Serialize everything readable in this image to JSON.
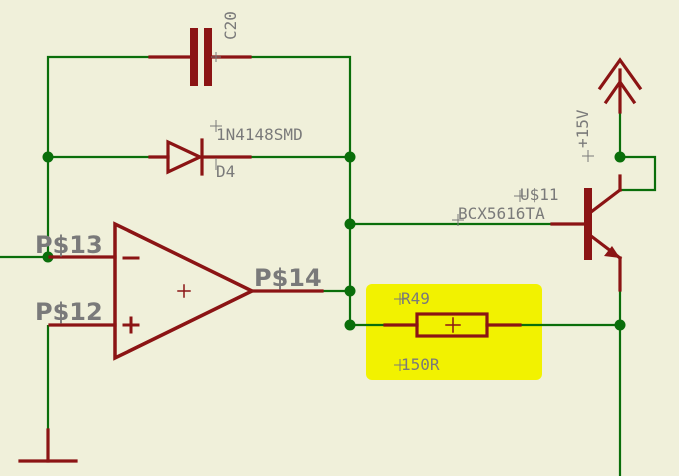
{
  "schematic": {
    "labels": {
      "c20": "C20",
      "d4_value": "1N4148SMD",
      "d4_name": "D4",
      "pin13": "P$13",
      "pin12": "P$12",
      "pin14": "P$14",
      "u11_name": "U$11",
      "u11_value": "BCX5616TA",
      "supply": "+15V",
      "r49_name": "R49",
      "r49_value": "150R"
    },
    "colors": {
      "background": "#f0f0da",
      "wire": "#0a6e0a",
      "part": "#8b1414",
      "label": "#7a7a7a",
      "highlight": "#f2f200"
    },
    "highlighted_part": "R49"
  }
}
